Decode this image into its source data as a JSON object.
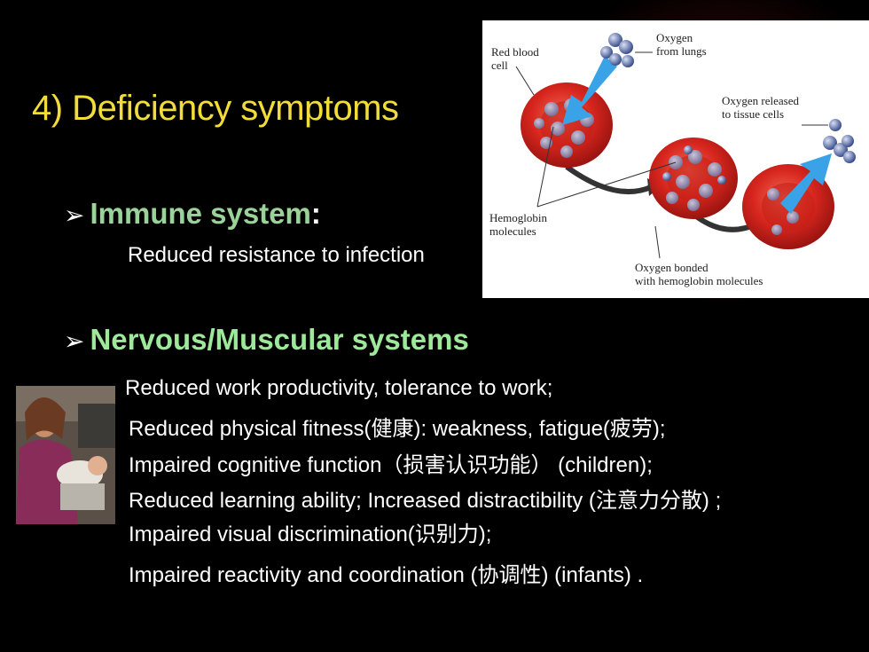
{
  "title": "4) Deficiency symptoms",
  "immune": {
    "heading": "Immune system",
    "colon": ":",
    "desc": "Reduced resistance to infection"
  },
  "nervous": {
    "heading": "Nervous/Muscular systems",
    "lines": [
      "Reduced work productivity, tolerance to work;",
      "Reduced physical fitness(健康): weakness, fatigue(疲劳);",
      "Impaired cognitive function（损害认识功能） (children);",
      "Reduced learning ability; Increased distractibility  (注意力分散) ;",
      "Impaired visual discrimination(识别力);",
      "Impaired reactivity and coordination (协调性) (infants) ."
    ]
  },
  "figure": {
    "labels": {
      "red_blood_cell": "Red blood cell",
      "oxygen_from_lungs": "Oxygen from lungs",
      "oxygen_released": "Oxygen released to tissue cells",
      "hemoglobin": "Hemoglobin molecules",
      "oxygen_bonded": "Oxygen bonded with hemoglobin molecules"
    }
  },
  "colors": {
    "title": "#f2dc3a",
    "immune_heading": "#9ad39a",
    "nervous_heading": "#9ee89a",
    "cell_red": "#d8261e",
    "arrow_blue": "#3aa3e8"
  }
}
